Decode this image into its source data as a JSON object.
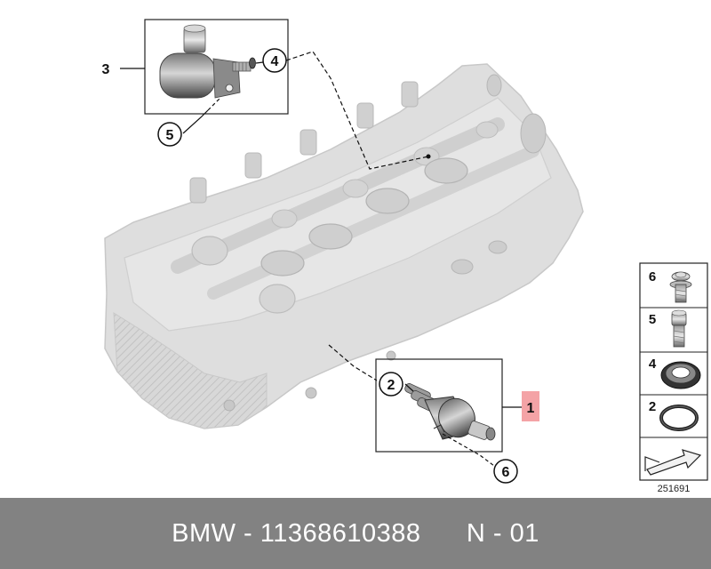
{
  "callouts": {
    "c1": "1",
    "c2": "2",
    "c3": "3",
    "c4": "4",
    "c5": "5",
    "c6": "6"
  },
  "legend": {
    "items": [
      {
        "number": "6",
        "icon": "torx-screw-with-washer-icon"
      },
      {
        "number": "5",
        "icon": "socket-head-screw-icon"
      },
      {
        "number": "4",
        "icon": "shaft-seal-ring-icon"
      },
      {
        "number": "2",
        "icon": "o-ring-icon"
      }
    ],
    "arrow_icon": "assembly-arrow-icon",
    "reference": "251691"
  },
  "footer": {
    "brand": "BMW",
    "separator": " - ",
    "part_number": "11368610388",
    "page": "N - 01"
  },
  "colors": {
    "highlight": "#f4a3a6",
    "footer_bg": "#828282",
    "engine_gray": "#dcdcdc"
  }
}
